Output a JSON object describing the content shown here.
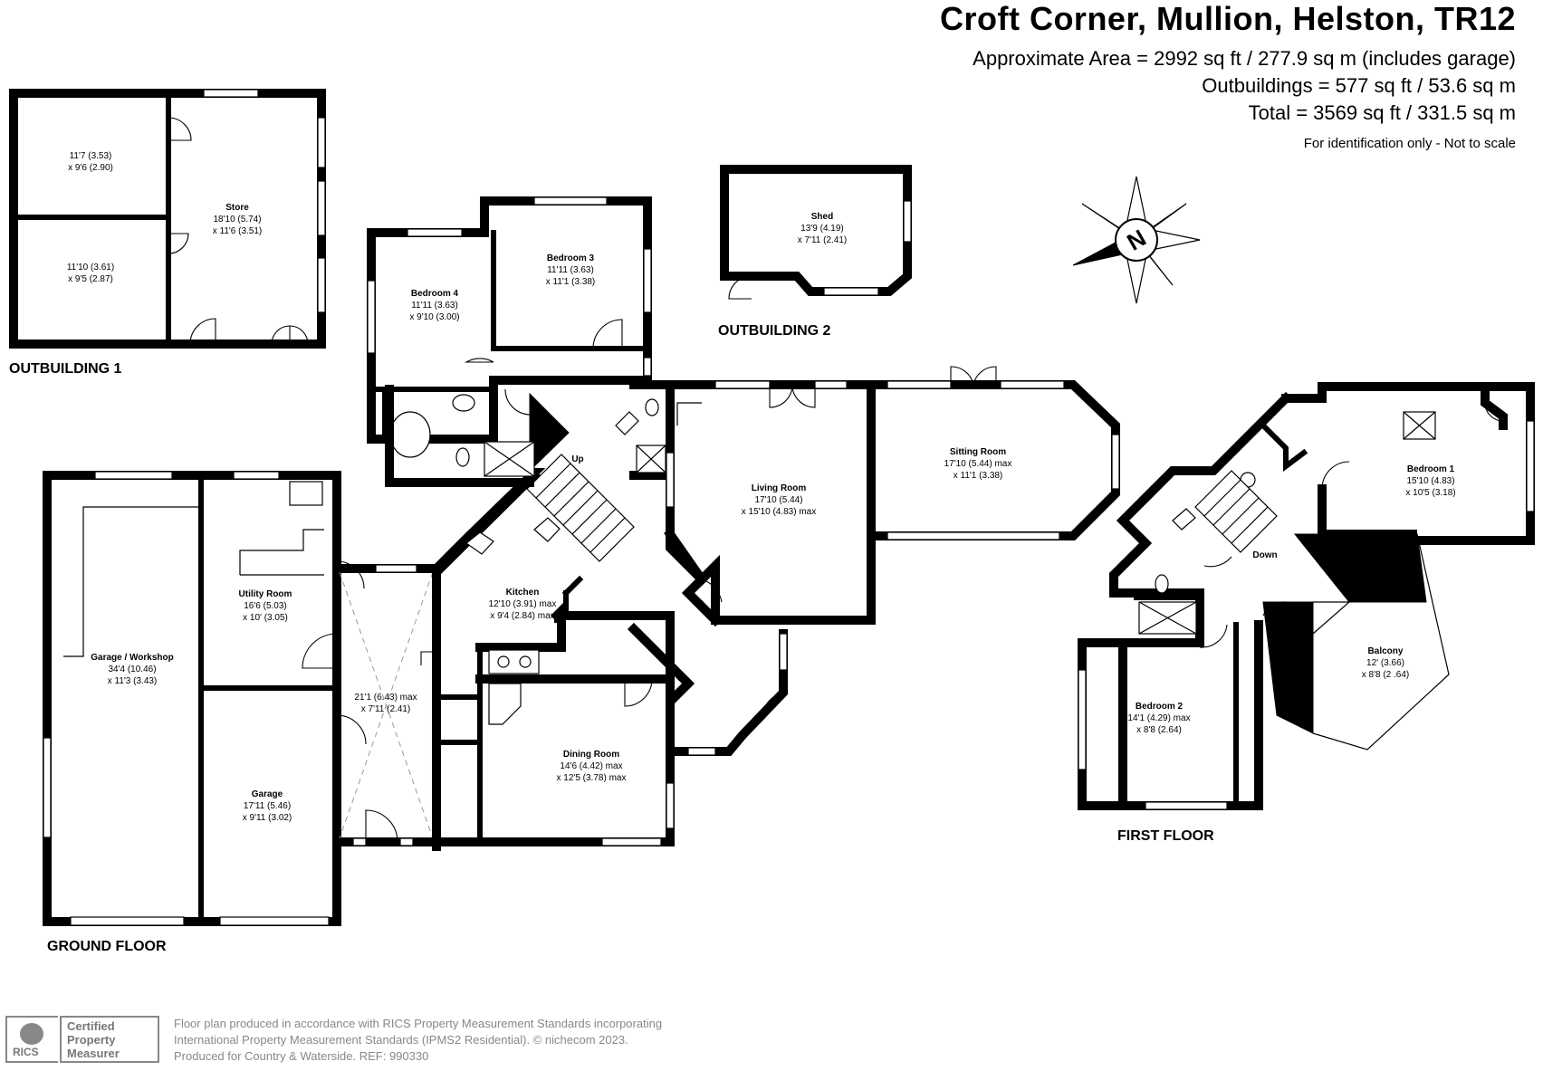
{
  "header": {
    "title": "Croft Corner, Mullion, Helston, TR12",
    "approx_area": "Approximate Area = 2992 sq ft / 277.9 sq m (includes garage)",
    "outbuildings_area": "Outbuildings = 577 sq ft / 53.6 sq m",
    "total_area": "Total = 3569 sq ft / 331.5 sq m",
    "identification_note": "For identification only - Not to scale"
  },
  "floors": {
    "ground": "GROUND FLOOR",
    "first": "FIRST FLOOR",
    "outbuilding1": "OUTBUILDING 1",
    "outbuilding2": "OUTBUILDING 2"
  },
  "compass": {
    "label": "N",
    "icon": "north-compass-icon"
  },
  "stair_labels": {
    "up": "Up",
    "down": "Down"
  },
  "rooms": {
    "ob1_room_a": {
      "name": "",
      "dim1": "11'7 (3.53)",
      "dim2": "x 9'6 (2.90)"
    },
    "ob1_room_b": {
      "name": "",
      "dim1": "11'10 (3.61)",
      "dim2": "x 9'5 (2.87)"
    },
    "store": {
      "name": "Store",
      "dim1": "18'10 (5.74)",
      "dim2": "x 11'6 (3.51)"
    },
    "bedroom4": {
      "name": "Bedroom 4",
      "dim1": "11'11 (3.63)",
      "dim2": "x 9'10 (3.00)"
    },
    "bedroom3": {
      "name": "Bedroom 3",
      "dim1": "11'11 (3.63)",
      "dim2": "x 11'1 (3.38)"
    },
    "shed": {
      "name": "Shed",
      "dim1": "13'9 (4.19)",
      "dim2": "x 7'11 (2.41)"
    },
    "living": {
      "name": "Living Room",
      "dim1": "17'10 (5.44)",
      "dim2": "x 15'10 (4.83) max"
    },
    "sitting": {
      "name": "Sitting Room",
      "dim1": "17'10 (5.44) max",
      "dim2": "x 11'1 (3.38)"
    },
    "utility": {
      "name": "Utility Room",
      "dim1": "16'6 (5.03)",
      "dim2": "x 10' (3.05)"
    },
    "garage_workshop": {
      "name": "Garage / Workshop",
      "dim1": "34'4 (10.46)",
      "dim2": "x 11'3 (3.43)"
    },
    "kitchen": {
      "name": "Kitchen",
      "dim1": "12'10 (3.91) max",
      "dim2": "x 9'4 (2.84) max"
    },
    "hall": {
      "name": "",
      "dim1": "21'1 (6.43) max",
      "dim2": "x 7'11 (2.41)"
    },
    "garage": {
      "name": "Garage",
      "dim1": "17'11 (5.46)",
      "dim2": "x 9'11 (3.02)"
    },
    "dining": {
      "name": "Dining Room",
      "dim1": "14'6 (4.42) max",
      "dim2": "x 12'5 (3.78) max"
    },
    "bedroom1": {
      "name": "Bedroom 1",
      "dim1": "15'10 (4.83)",
      "dim2": "x 10'5 (3.18)"
    },
    "balcony": {
      "name": "Balcony",
      "dim1": "12' (3.66)",
      "dim2": "x 8'8 (2 .64)"
    },
    "bedroom2": {
      "name": "Bedroom 2",
      "dim1": "14'1 (4.29) max",
      "dim2": "x 8'8 (2.64)"
    }
  },
  "footer": {
    "rics": "RICS",
    "cert_line1": "Certified",
    "cert_line2": "Property",
    "cert_line3": "Measurer",
    "note_line1": "Floor plan produced in accordance with RICS Property Measurement Standards incorporating",
    "note_line2": "International Property Measurement Standards (IPMS2 Residential).   © nichecom 2023.",
    "note_line3": "Produced for Country & Waterside.   REF:  990330"
  }
}
